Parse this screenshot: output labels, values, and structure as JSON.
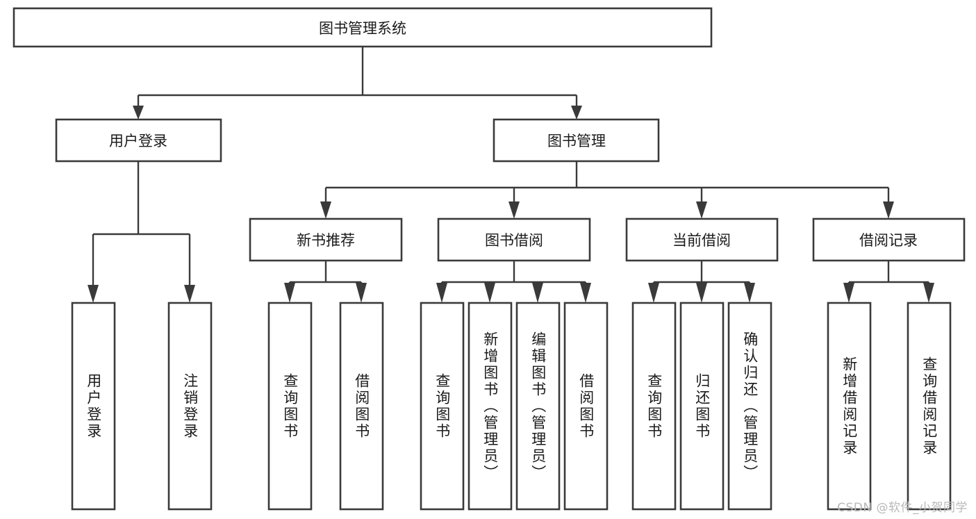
{
  "diagram": {
    "title": "图书管理系统",
    "type": "tree",
    "orientation": "top-down",
    "colors": {
      "box_stroke": "#3a3a3a",
      "box_fill": "#ffffff",
      "connector": "#3a3a3a",
      "text": "#1a1a1a",
      "background": "#ffffff",
      "watermark": "#b9b9b9"
    },
    "root": {
      "id": "root",
      "label": "图书管理系统"
    },
    "level2": [
      {
        "id": "user-login",
        "label": "用户登录"
      },
      {
        "id": "book-management",
        "label": "图书管理"
      }
    ],
    "level3": [
      {
        "id": "new-book-recommend",
        "label": "新书推荐",
        "parent": "book-management"
      },
      {
        "id": "book-borrow",
        "label": "图书借阅",
        "parent": "book-management"
      },
      {
        "id": "current-borrow",
        "label": "当前借阅",
        "parent": "book-management"
      },
      {
        "id": "borrow-record",
        "label": "借阅记录",
        "parent": "book-management"
      }
    ],
    "leaves": [
      {
        "id": "leaf-user-login",
        "label": "用户登录",
        "parent": "user-login"
      },
      {
        "id": "leaf-user-logout",
        "label": "注销登录",
        "parent": "user-login"
      },
      {
        "id": "leaf-query-book-1",
        "label": "查询图书",
        "parent": "new-book-recommend"
      },
      {
        "id": "leaf-borrow-book-1",
        "label": "借阅图书",
        "parent": "new-book-recommend"
      },
      {
        "id": "leaf-query-book-2",
        "label": "查询图书",
        "parent": "book-borrow"
      },
      {
        "id": "leaf-add-book",
        "label": "新增图书（管理员）",
        "parent": "book-borrow"
      },
      {
        "id": "leaf-edit-book",
        "label": "编辑图书（管理员）",
        "parent": "book-borrow"
      },
      {
        "id": "leaf-borrow-book-2",
        "label": "借阅图书",
        "parent": "book-borrow"
      },
      {
        "id": "leaf-query-book-3",
        "label": "查询图书",
        "parent": "current-borrow"
      },
      {
        "id": "leaf-return-book",
        "label": "归还图书",
        "parent": "current-borrow"
      },
      {
        "id": "leaf-confirm-return",
        "label": "确认归还（管理员）",
        "parent": "current-borrow"
      },
      {
        "id": "leaf-add-record",
        "label": "新增借阅记录",
        "parent": "borrow-record"
      },
      {
        "id": "leaf-query-record",
        "label": "查询借阅记录",
        "parent": "borrow-record"
      }
    ],
    "watermark": "CSDN @软件_小贺同学"
  }
}
